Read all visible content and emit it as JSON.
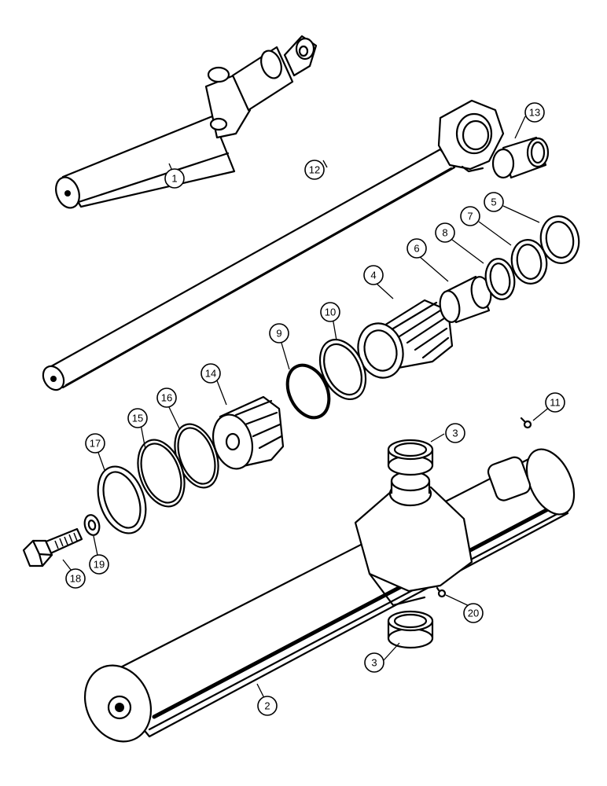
{
  "diagram": {
    "callouts": [
      {
        "id": "c1",
        "label": "1"
      },
      {
        "id": "c2",
        "label": "2"
      },
      {
        "id": "c3a",
        "label": "3"
      },
      {
        "id": "c3b",
        "label": "3"
      },
      {
        "id": "c4",
        "label": "4"
      },
      {
        "id": "c5",
        "label": "5"
      },
      {
        "id": "c6",
        "label": "6"
      },
      {
        "id": "c7",
        "label": "7"
      },
      {
        "id": "c8",
        "label": "8"
      },
      {
        "id": "c9",
        "label": "9"
      },
      {
        "id": "c10",
        "label": "10"
      },
      {
        "id": "c11",
        "label": "11"
      },
      {
        "id": "c12",
        "label": "12"
      },
      {
        "id": "c13",
        "label": "13"
      },
      {
        "id": "c14",
        "label": "14"
      },
      {
        "id": "c15",
        "label": "15"
      },
      {
        "id": "c16",
        "label": "16"
      },
      {
        "id": "c17",
        "label": "17"
      },
      {
        "id": "c18",
        "label": "18"
      },
      {
        "id": "c19",
        "label": "19"
      },
      {
        "id": "c20",
        "label": "20"
      }
    ]
  }
}
